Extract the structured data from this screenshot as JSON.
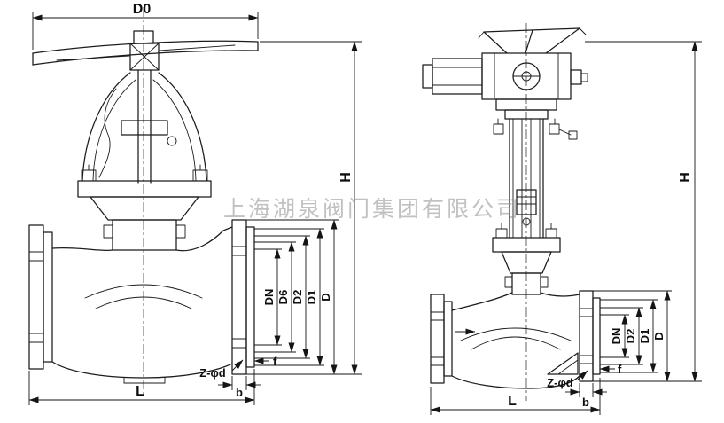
{
  "page": {
    "background": "#ffffff",
    "line_color": "#1b1b1b"
  },
  "watermark": {
    "text": "上海湖泉阀门集团有限公司",
    "color": "#8f8f8f"
  },
  "left_valve": {
    "kind": "manual handwheel globe valve outline drawing",
    "labels": {
      "D0": "D0",
      "H": "H",
      "DN": "DN",
      "D6": "D6",
      "D2": "D2",
      "D1": "D1",
      "D": "D",
      "Zd": "Z-φd",
      "f": "f",
      "b": "b",
      "L": "L"
    }
  },
  "right_valve": {
    "kind": "electric actuated globe valve outline drawing",
    "labels": {
      "H": "H",
      "DN": "DN",
      "D2": "D2",
      "D1": "D1",
      "D": "D",
      "Zd": "Z-φd",
      "f": "f",
      "b": "b",
      "L": "L"
    }
  }
}
